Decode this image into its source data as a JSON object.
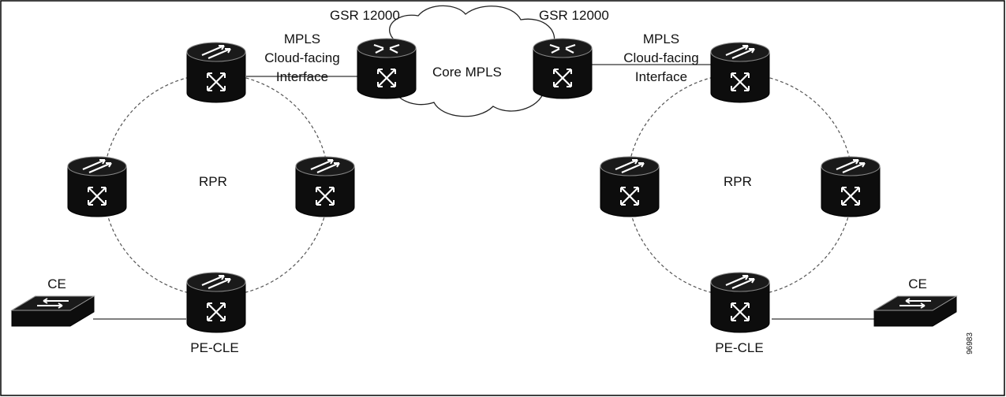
{
  "labels": {
    "gsr_left": "GSR 12000",
    "gsr_right": "GSR 12000",
    "core": "Core MPLS",
    "mpls_left_1": "MPLS",
    "mpls_left_2": "Cloud-facing",
    "mpls_left_3": "Interface",
    "mpls_right_1": "MPLS",
    "mpls_right_2": "Cloud-facing",
    "mpls_right_3": "Interface",
    "rpr_left": "RPR",
    "rpr_right": "RPR",
    "ce_left": "CE",
    "ce_right": "CE",
    "pe_left": "PE-CLE",
    "pe_right": "PE-CLE",
    "figure_id": "96983"
  },
  "colors": {
    "router_fill": "#0d0d0d",
    "line": "#333333",
    "ring": "#555555",
    "border": "#000000"
  }
}
